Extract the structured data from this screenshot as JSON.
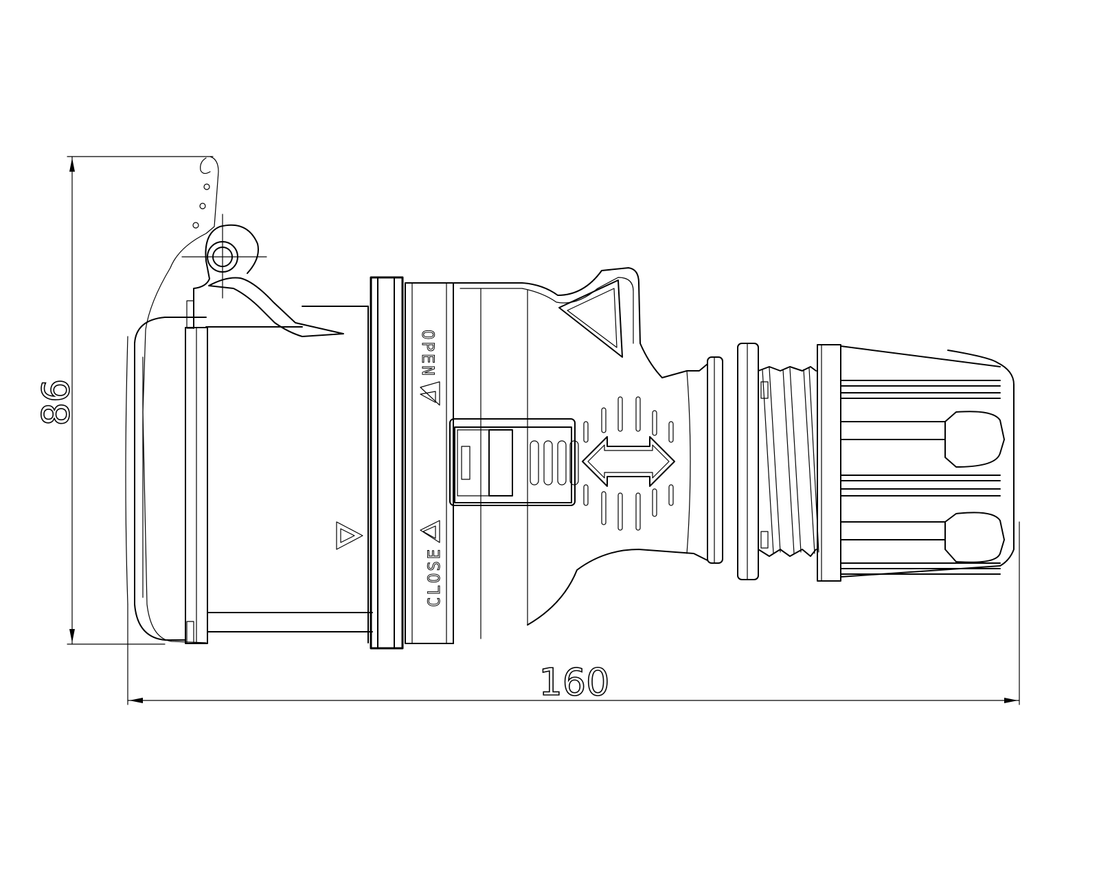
{
  "dimensions": {
    "height_label": "86",
    "width_label": "160"
  },
  "markings": {
    "open_label": "OPEN",
    "close_label": "CLOSE"
  }
}
